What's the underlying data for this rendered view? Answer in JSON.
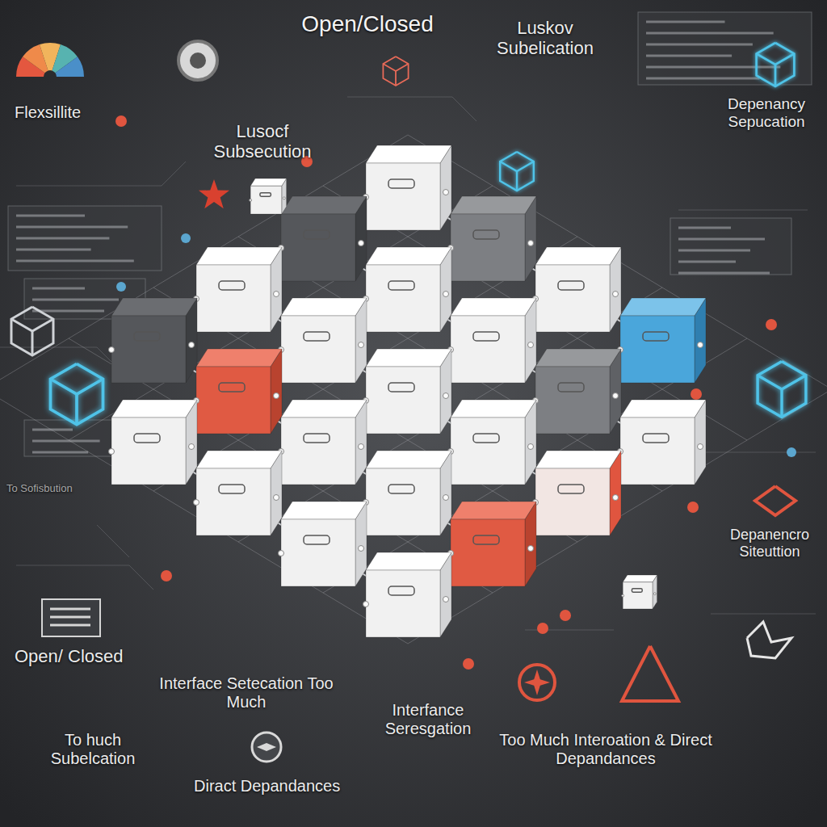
{
  "diagram": {
    "title": "Open/Closed",
    "labels": [
      "Flexsillite",
      "Luskov Subelication",
      "Lusocf Subsecution",
      "Depenancy Sepucation",
      "To Sofisbution",
      "Depanencro Siteuttion",
      "Open/ Closed",
      "Interface Setecation Too Much",
      "To huch Subelcation",
      "Diract Depandances",
      "Interfance Seresgation",
      "Too Much Interoation & Direct Depandances"
    ]
  }
}
